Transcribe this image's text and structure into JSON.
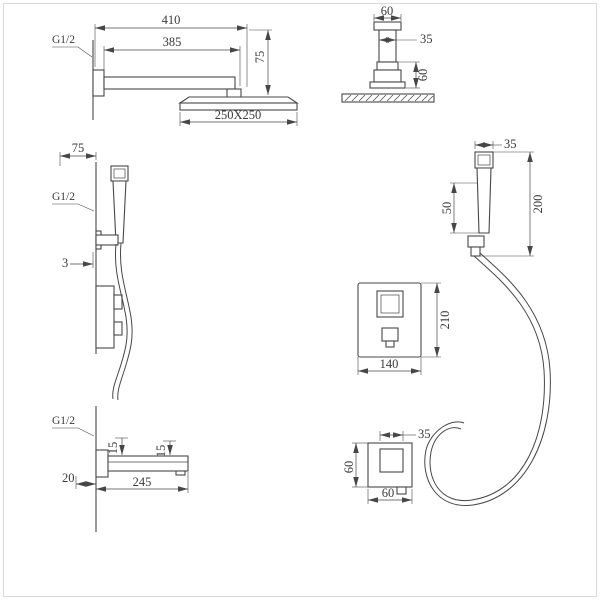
{
  "drawing": {
    "frame_color": "#d9d9d9",
    "line_color": "#474747",
    "views": {
      "rain_shower_side": {
        "thread": "G1/2",
        "dim_overall": "410",
        "dim_arm": "385",
        "dim_drop": "75",
        "dim_head": "250X250"
      },
      "rain_shower_front": {
        "dim_top_width": "60",
        "dim_pipe": "35",
        "dim_connector": "60"
      },
      "hand_shower_side": {
        "dim_offset": "75",
        "thread": "G1/2",
        "dim_gap": "3"
      },
      "hand_shower_front": {
        "dim_width": "35",
        "dim_length": "200",
        "dim_holder": "50"
      },
      "mixer_panel": {
        "dim_height": "210",
        "dim_width": "140"
      },
      "spout_side": {
        "thread": "G1/2",
        "dim_lip_inner": "15",
        "dim_lip_outer": "15",
        "dim_base": "20",
        "dim_reach": "245"
      },
      "valve_front": {
        "dim_knob": "35",
        "dim_height": "60",
        "dim_width": "60"
      }
    }
  }
}
